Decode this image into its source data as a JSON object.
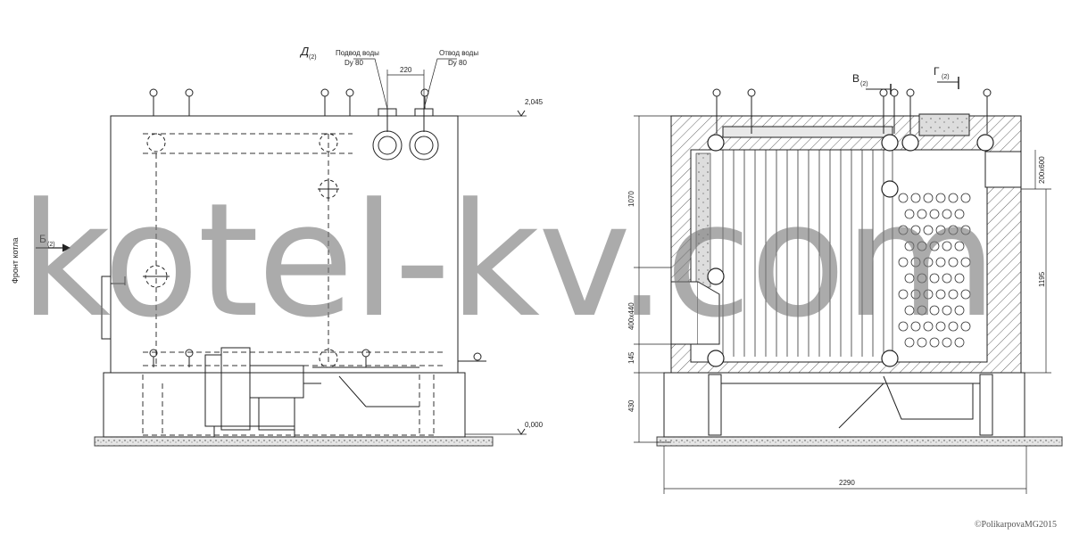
{
  "labels": {
    "section_d": "Д",
    "section_d_sub": "(2)",
    "water_supply": "Подвод воды",
    "water_supply_size": "Dy 80",
    "water_outlet": "Отвод воды",
    "water_outlet_size": "Dy 80",
    "dim_220": "220",
    "level_top": "2,045",
    "level_zero": "0,000",
    "boiler_front": "Фронт котла",
    "section_b": "Б",
    "section_b_sub": "(2)",
    "section_v": "В",
    "section_v_sub": "(2)",
    "section_g": "Г",
    "section_g_sub": "(2)",
    "dim_1070": "1070",
    "dim_1195": "1195",
    "dim_200x600": "200х600",
    "dim_400x440": "400х440",
    "dim_145": "145",
    "dim_430": "430",
    "dim_2290": "2290"
  },
  "watermark": "kotel-kv.com",
  "copyright": "©PolikarpovaMG2015"
}
